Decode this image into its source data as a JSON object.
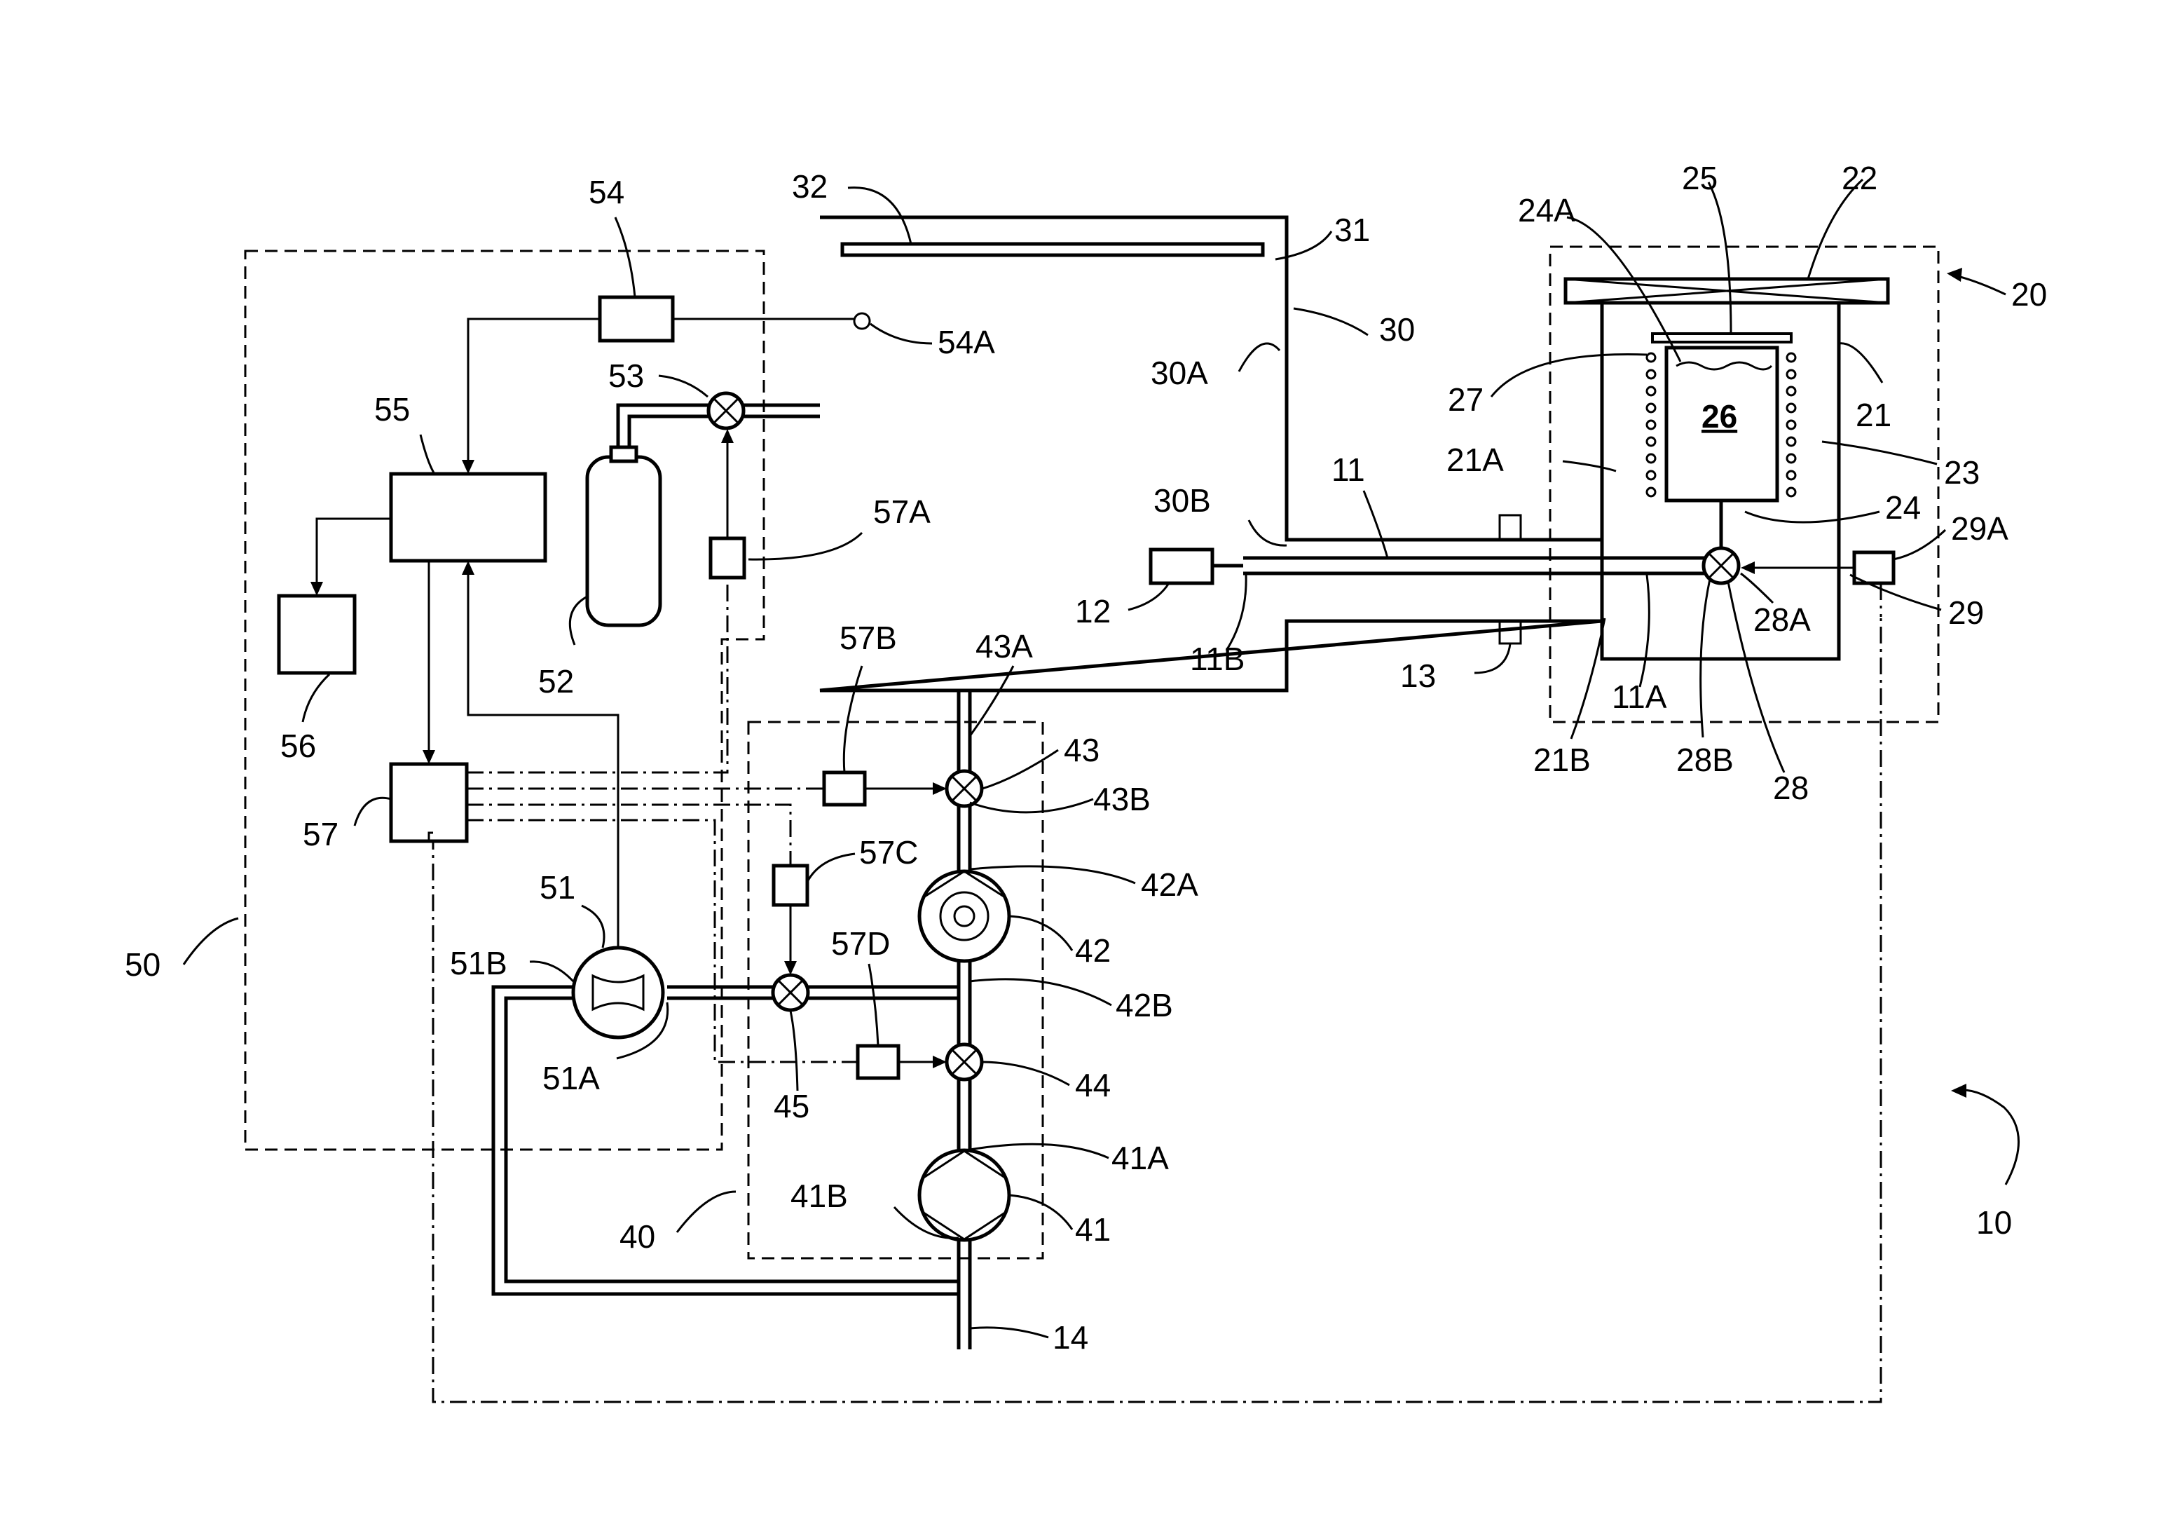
{
  "labels": {
    "l10": "10",
    "l11": "11",
    "l11A": "11A",
    "l11B": "11B",
    "l12": "12",
    "l13": "13",
    "l14": "14",
    "l20": "20",
    "l21": "21",
    "l21A": "21A",
    "l21B": "21B",
    "l22": "22",
    "l23": "23",
    "l24": "24",
    "l24A": "24A",
    "l25": "25",
    "l26": "26",
    "l27": "27",
    "l28": "28",
    "l28A": "28A",
    "l28B": "28B",
    "l29": "29",
    "l29A": "29A",
    "l30": "30",
    "l30A": "30A",
    "l30B": "30B",
    "l31": "31",
    "l32": "32",
    "l40": "40",
    "l41": "41",
    "l41A": "41A",
    "l41B": "41B",
    "l42": "42",
    "l42A": "42A",
    "l42B": "42B",
    "l43": "43",
    "l43A": "43A",
    "l43B": "43B",
    "l44": "44",
    "l45": "45",
    "l50": "50",
    "l51": "51",
    "l51A": "51A",
    "l51B": "51B",
    "l52": "52",
    "l53": "53",
    "l54": "54",
    "l54A": "54A",
    "l55": "55",
    "l56": "56",
    "l57": "57",
    "l57A": "57A",
    "l57B": "57B",
    "l57C": "57C",
    "l57D": "57D"
  }
}
